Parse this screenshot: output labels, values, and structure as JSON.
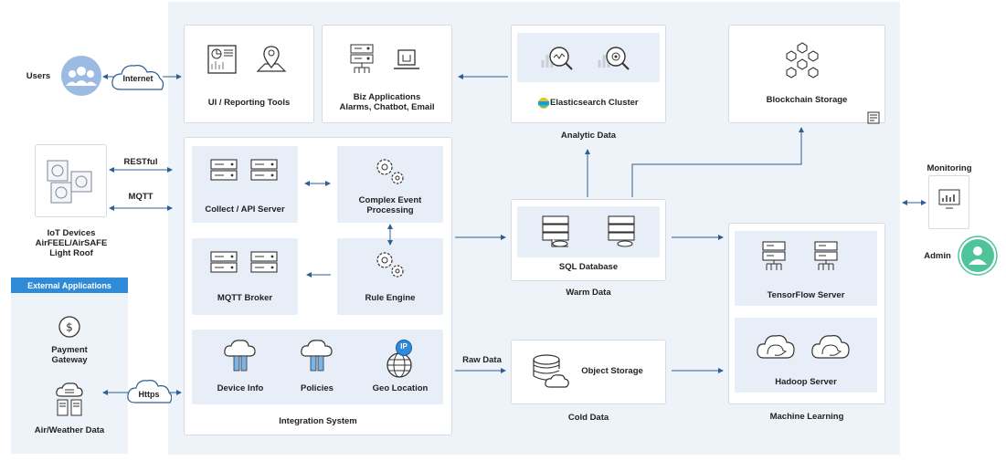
{
  "left": {
    "users": "Users",
    "internet": "Internet",
    "restful": "RESTful",
    "mqtt": "MQTT",
    "iot_devices": [
      "IoT Devices",
      "AirFEEL/AirSAFE",
      "Light Roof"
    ],
    "external_header": "External Applications",
    "payment": [
      "Payment",
      "Gateway"
    ],
    "weather": "Air/Weather Data",
    "https": "Https"
  },
  "top": {
    "ui_tools": "UI / Reporting Tools",
    "biz_apps": [
      "Biz Applications",
      "Alarms, Chatbot, Email"
    ],
    "elastic": "Elasticsearch Cluster",
    "analytic": "Analytic Data",
    "blockchain": "Blockchain Storage"
  },
  "middle": {
    "collect": "Collect / API Server",
    "cep": [
      "Complex Event",
      "Processing"
    ],
    "mqtt_broker": "MQTT Broker",
    "rule_engine": "Rule Engine",
    "device_info": "Device Info",
    "policies": "Policies",
    "geo": "Geo Location",
    "ip": "IP",
    "integration": "Integration System"
  },
  "data": {
    "sql": "SQL Database",
    "warm": "Warm Data",
    "raw": "Raw Data",
    "object": "Object Storage",
    "cold": "Cold Data"
  },
  "right": {
    "tensorflow": "TensorFlow Server",
    "hadoop": "Hadoop Server",
    "ml": "Machine Learning",
    "monitoring": "Monitoring",
    "admin": "Admin"
  },
  "colors": {
    "panel": "#eef3fa",
    "arrow": "#2f5f92",
    "accent": "#2f8bd8",
    "user_icon": "#9bbbe3",
    "admin_icon": "#4fc49a"
  }
}
